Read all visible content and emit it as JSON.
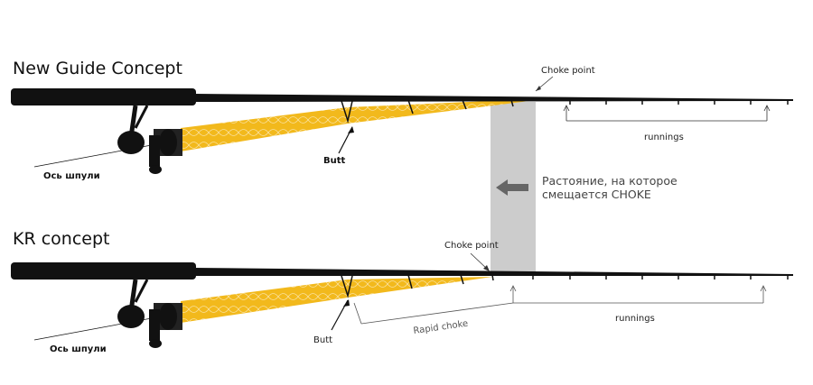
{
  "diagram": {
    "top": {
      "title": "New Guide Concept",
      "choke_label": "Choke point",
      "butt_label": "Butt",
      "spool_axis_label": "Ось шпули",
      "runnings_label": "runnings"
    },
    "bottom": {
      "title": "KR concept",
      "choke_label": "Choke point",
      "butt_label": "Butt",
      "spool_axis_label": "Ось шпули",
      "rapid_choke_label": "Rapid choke",
      "runnings_label": "runnings"
    },
    "shift_note": {
      "line1": "Растояние, на которое",
      "line2": "смещается CHOKE"
    },
    "colors": {
      "cone": "#f2b91c",
      "rod": "#111111",
      "band": "#cccccc",
      "arrow": "#666666"
    }
  }
}
